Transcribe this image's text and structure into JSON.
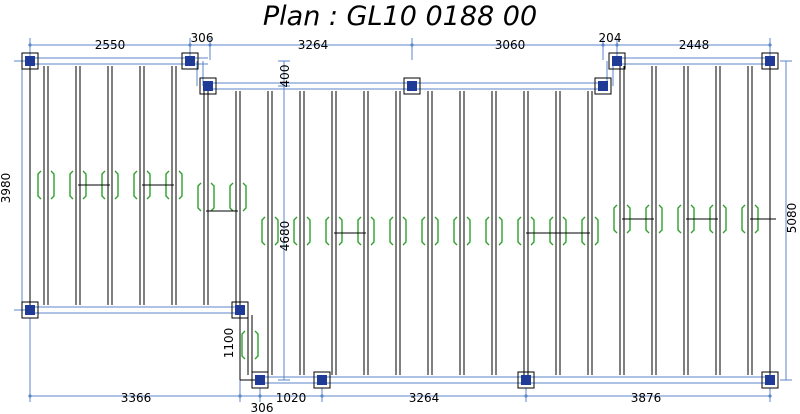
{
  "title": "Plan : GL10 0188 00",
  "dimensions": {
    "top": [
      "2550",
      "306",
      "3264",
      "3060",
      "204",
      "2448"
    ],
    "bottom": [
      "3366",
      "306",
      "1020",
      "3264",
      "3876"
    ],
    "left_height": "3980",
    "inner_height": "400",
    "middle_height": "4680",
    "step_height": "1100",
    "right_height": "5080"
  },
  "colors": {
    "beam": "#000000",
    "dimension": "#5b86c9",
    "post": "#1f3b95",
    "bracket": "#2aa22a"
  }
}
